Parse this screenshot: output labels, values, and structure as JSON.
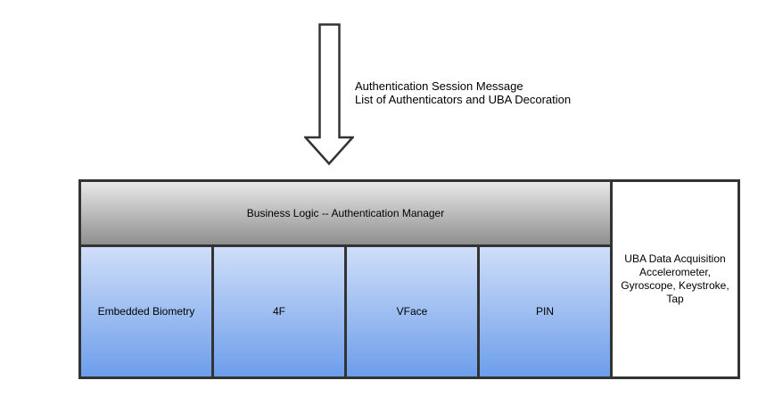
{
  "annotation": {
    "text": "Authentication Session Message\nList of Authenticators and UBA Decoration"
  },
  "diagram": {
    "header": {
      "label": "Business Logic -- Authentication Manager"
    },
    "authenticators": [
      {
        "label": "Embedded Biometry"
      },
      {
        "label": "4F"
      },
      {
        "label": "VFace"
      },
      {
        "label": "PIN"
      }
    ],
    "side_panel": {
      "label": "UBA Data Acquisition\nAccelerometer,\nGyroscope, Keystroke,\nTap"
    }
  },
  "icons": {
    "arrow": "down-arrow"
  },
  "colors": {
    "border": "#333333",
    "gray-top": "#e8e8e8",
    "gray-bottom": "#8f8f8f",
    "blue-top": "#cfdef8",
    "blue-bottom": "#6d9eeb",
    "background": "#ffffff",
    "text": "#000000"
  }
}
